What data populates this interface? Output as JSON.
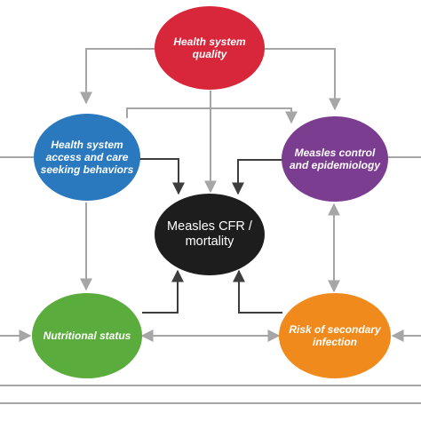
{
  "nodes": {
    "health_system_quality": {
      "label": "Health system\nquality",
      "color": "#d8263a"
    },
    "access_care": {
      "label": "Health system\naccess and care\nseeking behaviors",
      "color": "#2a79bf"
    },
    "measles_control": {
      "label": "Measles control\nand epidemiology",
      "color": "#7b3d8f"
    },
    "measles_cfr": {
      "label": "Measles CFR /\nmortality",
      "color": "#1d1d1d"
    },
    "nutritional_status": {
      "label": "Nutritional status",
      "color": "#5aac3c"
    },
    "secondary_infection": {
      "label": "Risk of secondary\ninfection",
      "color": "#f08a1c"
    }
  },
  "colors": {
    "arrow_gray": "#a6a6a6",
    "arrow_dark": "#3d3d3d"
  }
}
